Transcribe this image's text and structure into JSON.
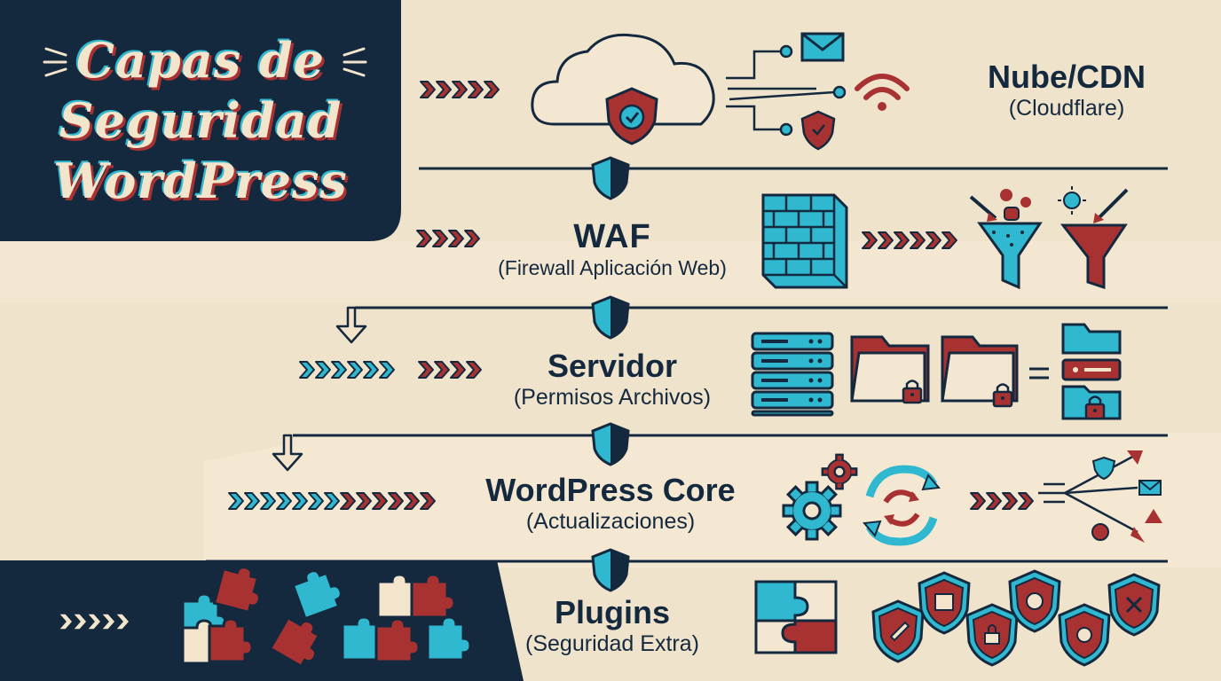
{
  "title": {
    "line1": "Capas de",
    "line2": "Seguridad",
    "line3": "WordPress"
  },
  "colors": {
    "navy": "#15293e",
    "cream": "#efe3cc",
    "red": "#a83232",
    "cyan": "#2fb8d0"
  },
  "layers": [
    {
      "name": "Nube/CDN",
      "detail": "(Cloudflare)"
    },
    {
      "name": "WAF",
      "detail": "(Firewall Aplicación Web)"
    },
    {
      "name": "Servidor",
      "detail": "(Permisos Archivos)"
    },
    {
      "name": "WordPress Core",
      "detail": "(Actualizaciones)"
    },
    {
      "name": "Plugins",
      "detail": "(Seguridad Extra)"
    }
  ],
  "icons": {
    "layer1": [
      "cloud-icon",
      "shield-check-icon",
      "envelope-icon",
      "wifi-icon"
    ],
    "layer2": [
      "brick-wall-icon",
      "filter-funnel-icon"
    ],
    "layer3": [
      "server-rack-icon",
      "locked-folder-icon",
      "database-folder-icon"
    ],
    "layer4": [
      "gear-icon",
      "refresh-cycle-icon",
      "distribution-arrows-icon"
    ],
    "layer5": [
      "puzzle-piece-icon",
      "security-badge-icon"
    ]
  }
}
